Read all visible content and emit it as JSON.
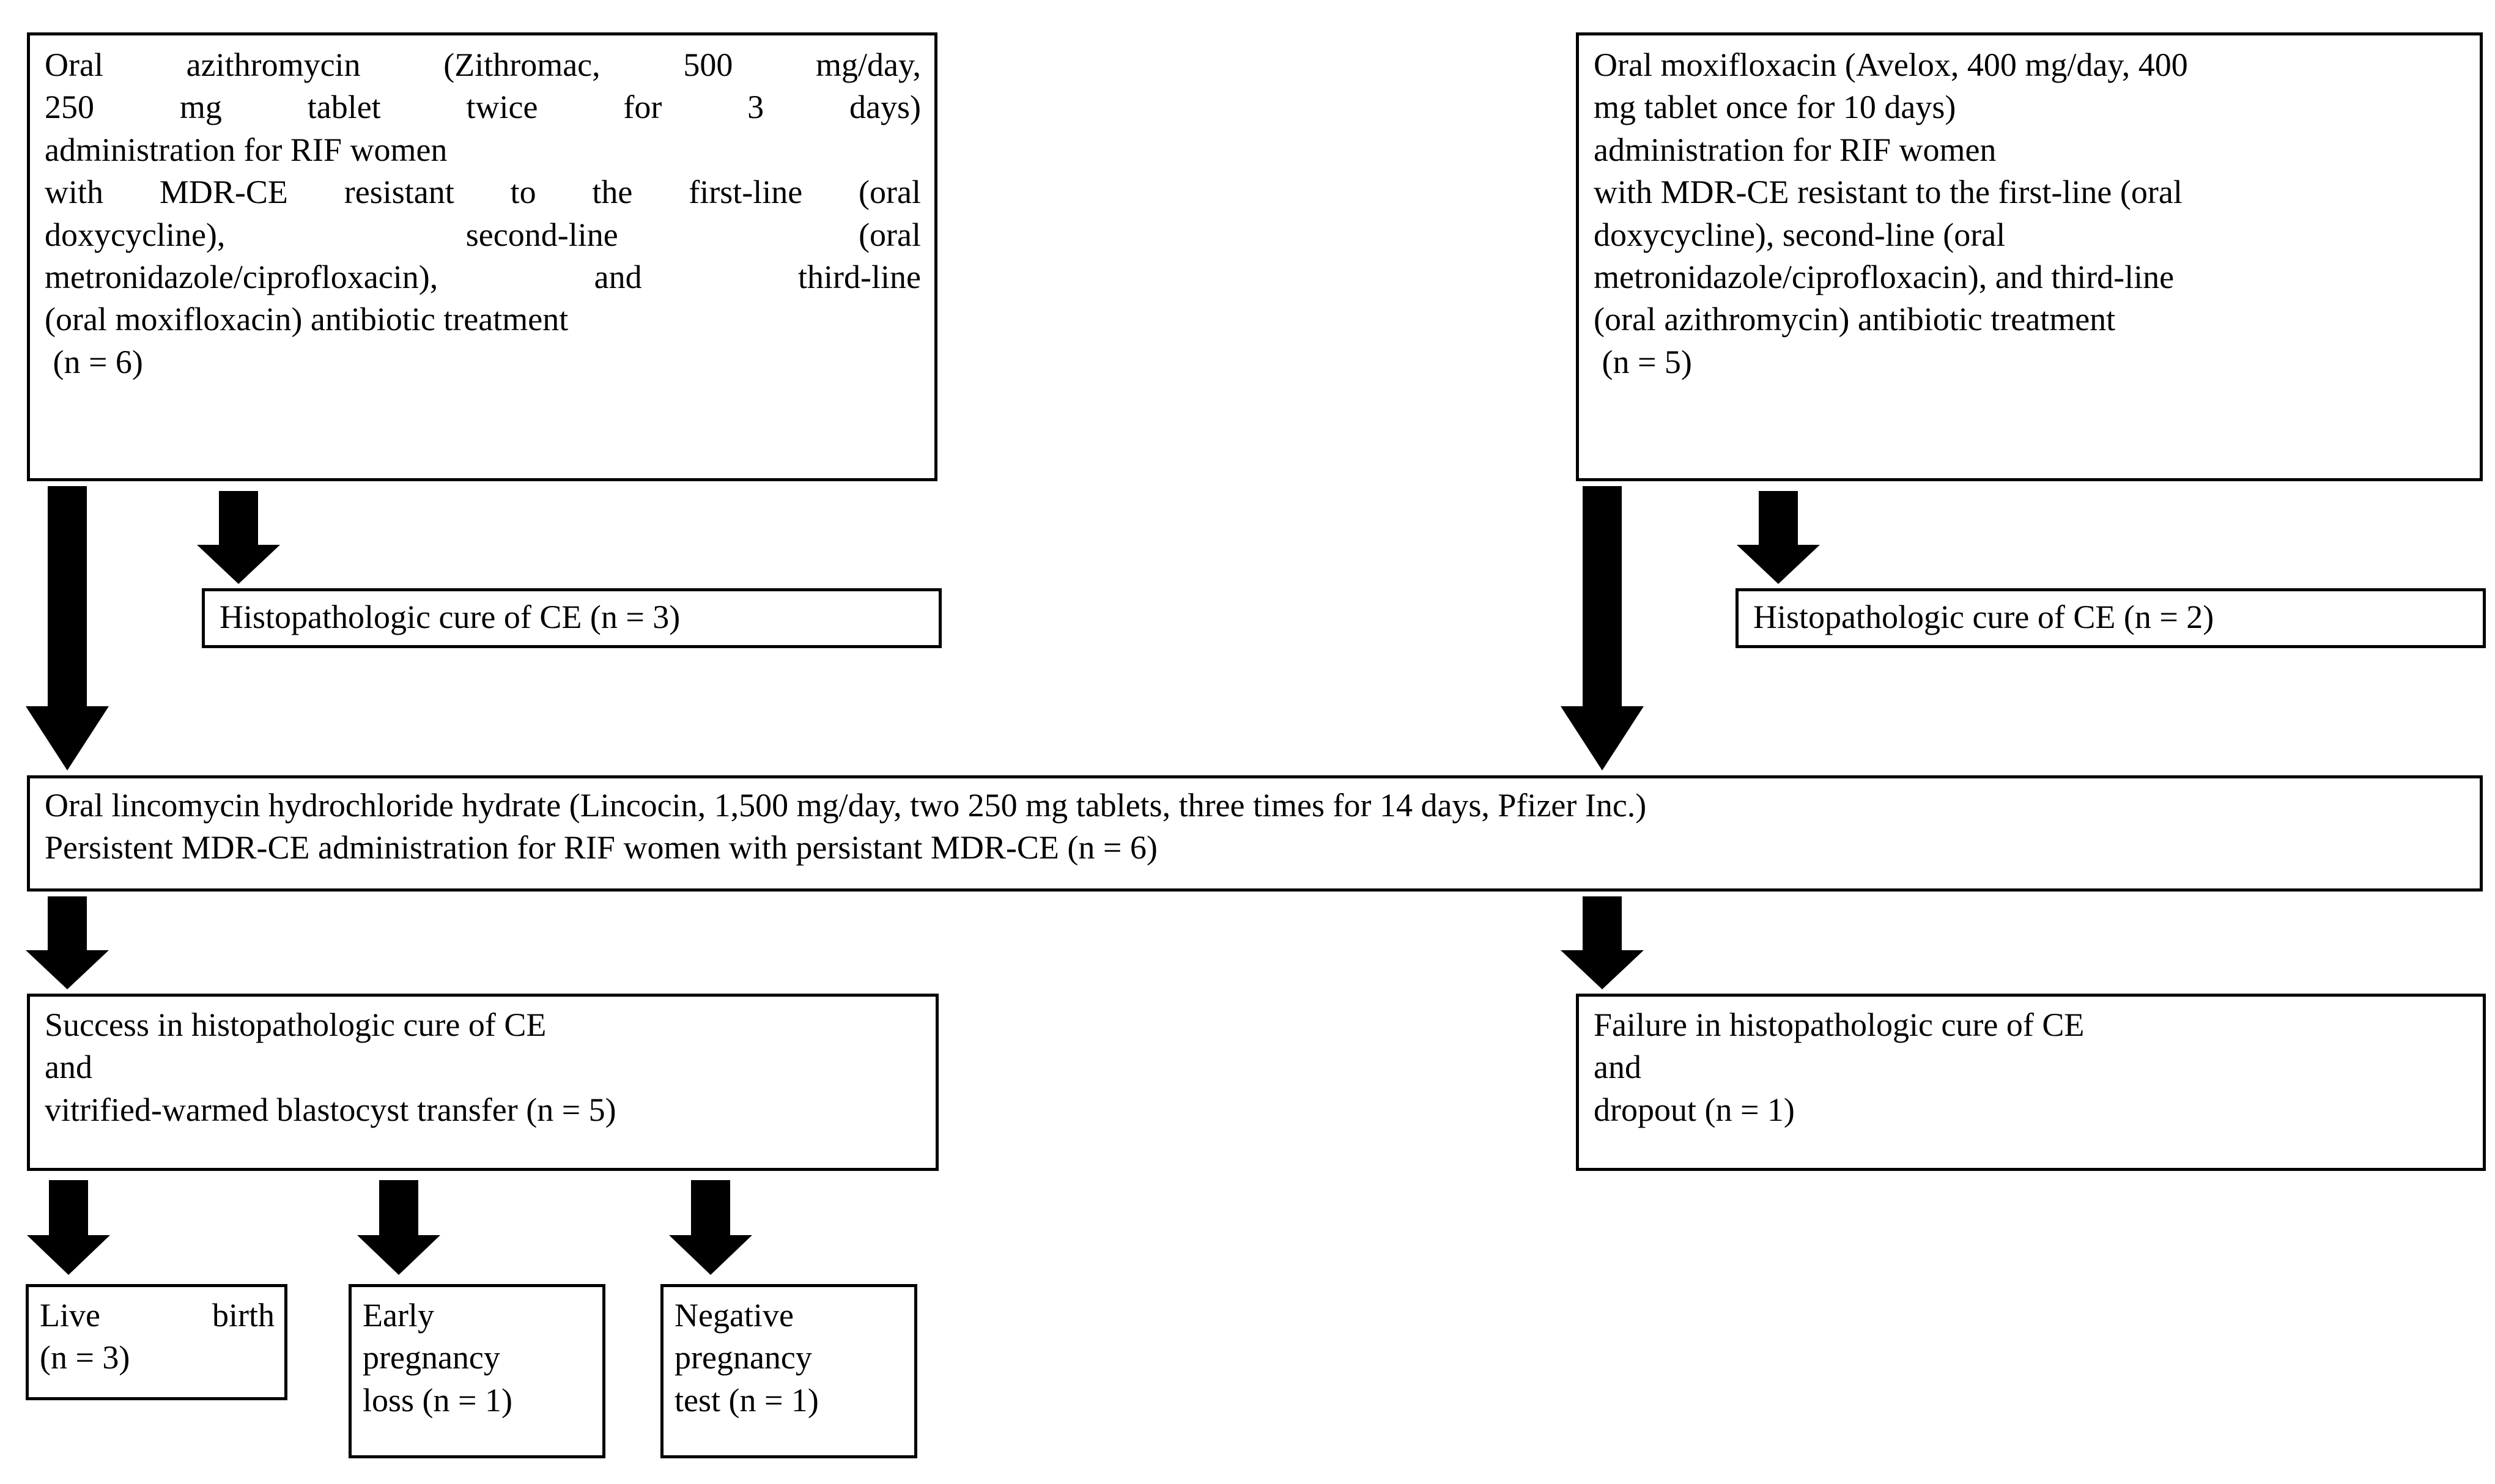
{
  "diagram": {
    "title": "Antibiotic treatment flow for RIF women with MDR-CE",
    "line_color": "#000000",
    "background": "#ffffff"
  },
  "nodes": {
    "azithromycin_box": {
      "name": "oral-azithromycin-box",
      "lines": [
        "Oral azithromycin (Zithromac, 500 mg/day,",
        "250 mg tablet twice for 3 days)",
        "administration for RIF women",
        "with MDR-CE resistant to the first-line (oral",
        "doxycycline), second-line (oral",
        "metronidazole/ciprofloxacin), and third-line",
        "(oral moxifloxacin) antibiotic treatment",
        " (n = 6)"
      ]
    },
    "moxifloxacin_box": {
      "name": "oral-moxifloxacin-box",
      "lines": [
        "Oral moxifloxacin (Avelox, 400 mg/day, 400",
        "mg tablet once for 10 days)",
        "administration for RIF women",
        "with MDR-CE resistant to the first-line (oral",
        "doxycycline), second-line (oral",
        "metronidazole/ciprofloxacin), and third-line",
        "(oral azithromycin) antibiotic treatment",
        " (n = 5)"
      ]
    },
    "cure_left": {
      "name": "histopathologic-cure-left-box",
      "lines": [
        "Histopathologic cure of CE (n = 3)"
      ]
    },
    "cure_right": {
      "name": "histopathologic-cure-right-box",
      "lines": [
        "Histopathologic cure of CE (n = 2)"
      ]
    },
    "lincomycin_box": {
      "name": "oral-lincomycin-box",
      "lines": [
        "Oral lincomycin hydrochloride hydrate (Lincocin, 1,500 mg/day, two 250 mg tablets, three times for 14 days, Pfizer Inc.)",
        "Persistent MDR-CE administration for RIF women with persistant MDR-CE (n = 6)"
      ]
    },
    "success_box": {
      "name": "success-histopathologic-cure-box",
      "lines": [
        "Success in histopathologic cure of CE",
        "and",
        "vitrified-warmed blastocyst transfer (n = 5)"
      ]
    },
    "failure_box": {
      "name": "failure-histopathologic-cure-box",
      "lines": [
        "Failure in histopathologic cure of CE",
        "and",
        "dropout (n = 1)"
      ]
    },
    "live_birth_box": {
      "name": "live-birth-box",
      "lines": [
        "Live  birth",
        "(n = 3)"
      ]
    },
    "early_loss_box": {
      "name": "early-pregnancy-loss-box",
      "lines": [
        "Early",
        "pregnancy",
        "loss (n = 1)"
      ]
    },
    "negative_test_box": {
      "name": "negative-pregnancy-test-box",
      "lines": [
        "Negative",
        "pregnancy",
        "test (n = 1)"
      ]
    }
  },
  "arrows": [
    {
      "name": "arrow-azithromycin-to-lincomycin"
    },
    {
      "name": "arrow-azithromycin-to-cure-left"
    },
    {
      "name": "arrow-moxifloxacin-to-lincomycin"
    },
    {
      "name": "arrow-moxifloxacin-to-cure-right"
    },
    {
      "name": "arrow-lincomycin-to-success"
    },
    {
      "name": "arrow-lincomycin-to-failure"
    },
    {
      "name": "arrow-success-to-live-birth"
    },
    {
      "name": "arrow-success-to-early-loss"
    },
    {
      "name": "arrow-success-to-negative-test"
    }
  ]
}
